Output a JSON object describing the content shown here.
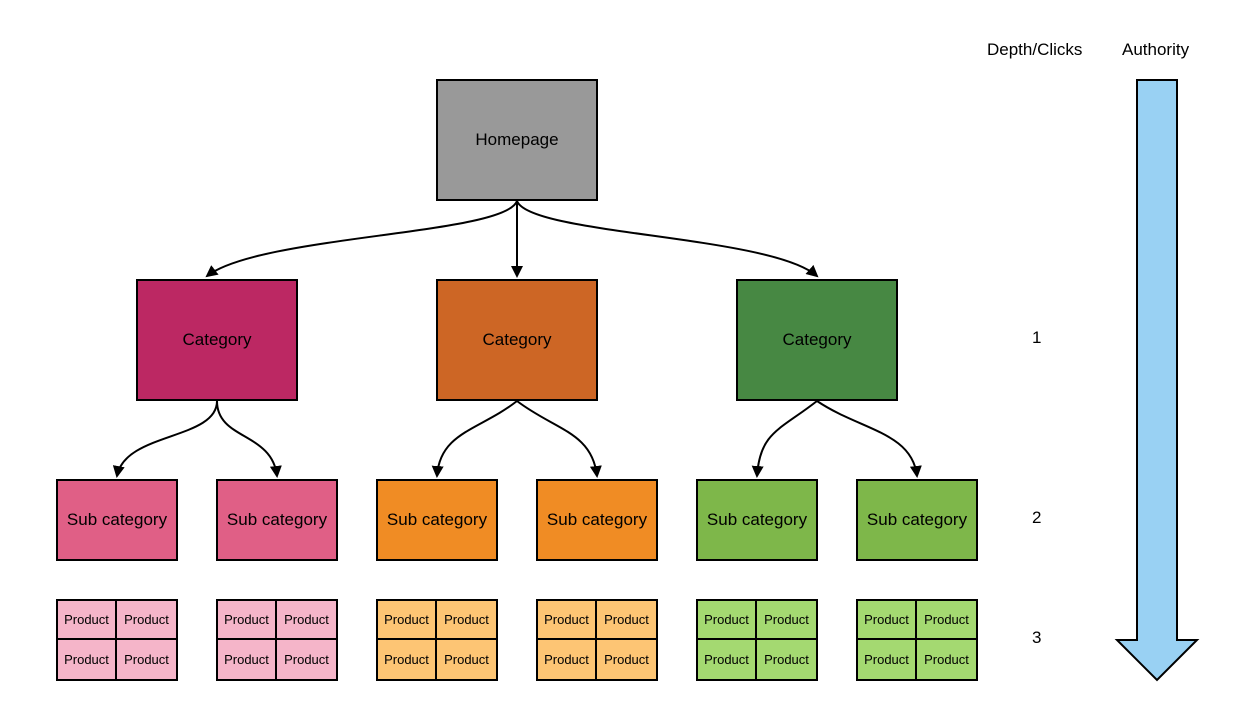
{
  "header": {
    "depth_label": "Depth/Clicks",
    "authority_label": "Authority"
  },
  "homepage": {
    "label": "Homepage",
    "color": "#999999"
  },
  "categories": [
    {
      "label": "Category",
      "color": "#bc2863",
      "sub_color": "#e05f86",
      "product_color": "#f5b5c9",
      "subs": [
        {
          "label": "Sub category",
          "products": [
            "Product",
            "Product",
            "Product",
            "Product"
          ]
        },
        {
          "label": "Sub category",
          "products": [
            "Product",
            "Product",
            "Product",
            "Product"
          ]
        }
      ]
    },
    {
      "label": "Category",
      "color": "#cd6625",
      "sub_color": "#f08c24",
      "product_color": "#fdc574",
      "subs": [
        {
          "label": "Sub category",
          "products": [
            "Product",
            "Product",
            "Product",
            "Product"
          ]
        },
        {
          "label": "Sub category",
          "products": [
            "Product",
            "Product",
            "Product",
            "Product"
          ]
        }
      ]
    },
    {
      "label": "Category",
      "color": "#478843",
      "sub_color": "#7eb74a",
      "product_color": "#a4d971",
      "subs": [
        {
          "label": "Sub category",
          "products": [
            "Product",
            "Product",
            "Product",
            "Product"
          ]
        },
        {
          "label": "Sub category",
          "products": [
            "Product",
            "Product",
            "Product",
            "Product"
          ]
        }
      ]
    }
  ],
  "depth_levels": [
    "1",
    "2",
    "3"
  ],
  "authority_arrow": {
    "color": "#99d1f3",
    "direction": "down"
  }
}
